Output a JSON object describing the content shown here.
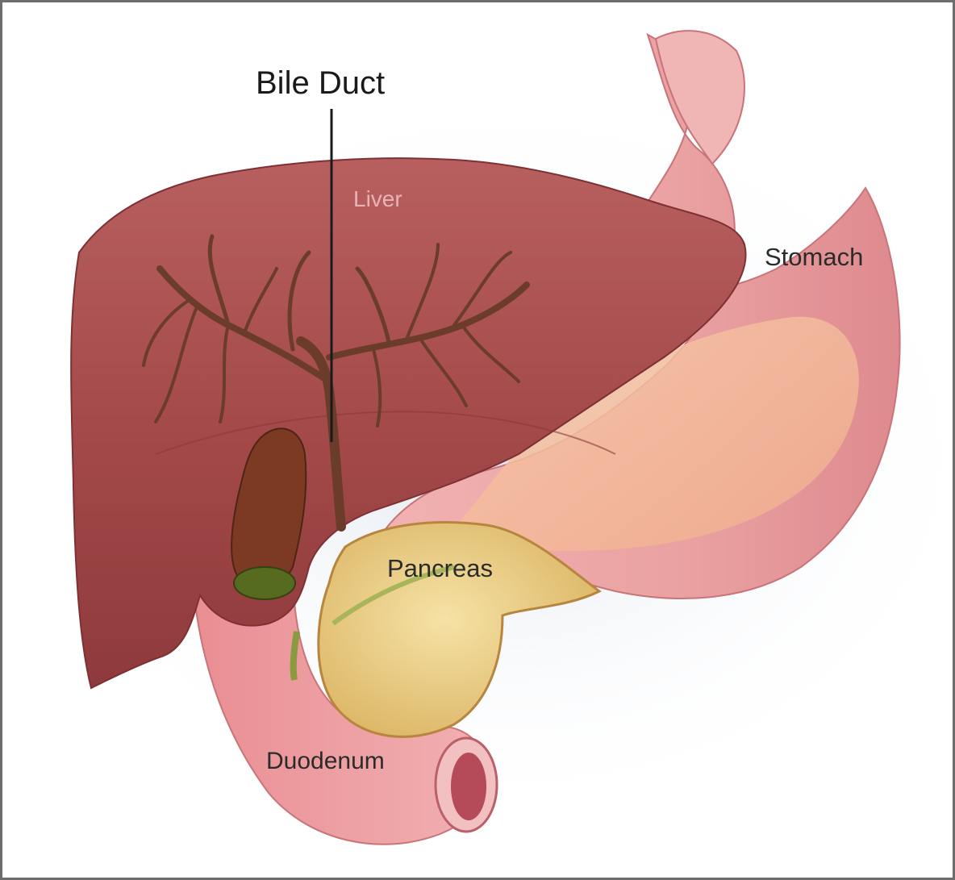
{
  "labels": {
    "bile_duct": "Bile Duct",
    "liver": "Liver",
    "stomach": "Stomach",
    "pancreas": "Pancreas",
    "duodenum": "Duodenum"
  },
  "colors": {
    "frame": "#6d6d6d",
    "liver": "#a84e4e",
    "bile_ducts": "#6b3c2a",
    "gallbladder": "#7a3a22",
    "stomach": "#e89a9a",
    "pancreas": "#e9c97a",
    "duodenum": "#e58f93"
  }
}
